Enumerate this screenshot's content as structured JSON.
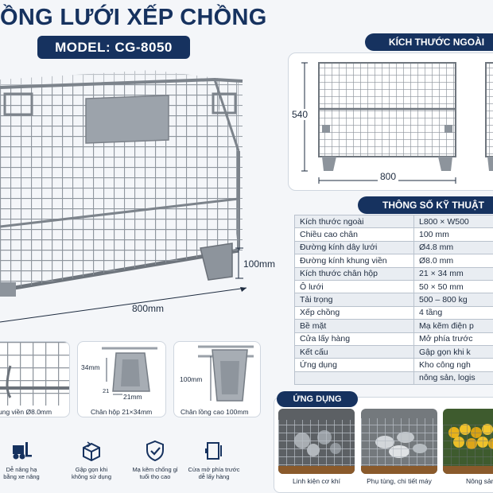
{
  "title": "ỒNG LƯỚI XẾP CHỒNG",
  "model": "MODEL: CG-8050",
  "main_dims": {
    "height": "100mm",
    "width": "800mm"
  },
  "external": {
    "heading": "KÍCH THƯỚC NGOÀI",
    "height": "540",
    "width": "800"
  },
  "specs": {
    "heading": "THÔNG SỐ KỸ THUẬT",
    "rows": [
      {
        "k": "Kích thước ngoài",
        "v": "L800 × W500"
      },
      {
        "k": "Chiều cao chân",
        "v": "100 mm"
      },
      {
        "k": "Đường kính dây lưới",
        "v": "Ø4.8 mm"
      },
      {
        "k": "Đường kính khung viền",
        "v": "Ø8.0 mm"
      },
      {
        "k": "Kích thước chân hộp",
        "v": "21 × 34 mm"
      },
      {
        "k": "Ô lưới",
        "v": "50 × 50 mm"
      },
      {
        "k": "Tải trọng",
        "v": "500 – 800 kg"
      },
      {
        "k": "Xếp chồng",
        "v": "4 tầng"
      },
      {
        "k": "Bề mặt",
        "v": "Mạ kẽm điện p"
      },
      {
        "k": "Cửa lấy hàng",
        "v": "Mở phía trước"
      },
      {
        "k": "Kết cấu",
        "v": "Gập gọn khi k"
      },
      {
        "k": "Ứng dụng",
        "v": "Kho công ngh"
      },
      {
        "k": "",
        "v": "nông sản, logis"
      }
    ]
  },
  "details": [
    {
      "caption": "ung viền Ø8.0mm"
    },
    {
      "caption": "Chân hộp 21×34mm",
      "dim_a": "34mm",
      "dim_b": "21",
      "dim_c": "21mm"
    },
    {
      "caption": "Chân lồng cao 100mm",
      "dim_a": "100mm"
    }
  ],
  "features": [
    {
      "icon": "forklift-icon",
      "l1": "Dễ nâng hạ",
      "l2": "bằng xe nâng"
    },
    {
      "icon": "folded-box-icon",
      "l1": "Gập gọn khi",
      "l2": "không sử dụng"
    },
    {
      "icon": "shield-check-icon",
      "l1": "Mạ kẽm chống gỉ",
      "l2": "tuổi thọ cao"
    },
    {
      "icon": "front-door-icon",
      "l1": "Cửa mở phía trước",
      "l2": "dễ lấy hàng"
    }
  ],
  "applications": {
    "heading": "ỨNG DỤNG",
    "items": [
      {
        "caption": "Linh kiện cơ khí"
      },
      {
        "caption": "Phụ tùng, chi tiết máy"
      },
      {
        "caption": "Nông sản"
      }
    ]
  },
  "colors": {
    "navy": "#16325f",
    "steel": "#8f969e",
    "background": "#f4f6f9"
  }
}
